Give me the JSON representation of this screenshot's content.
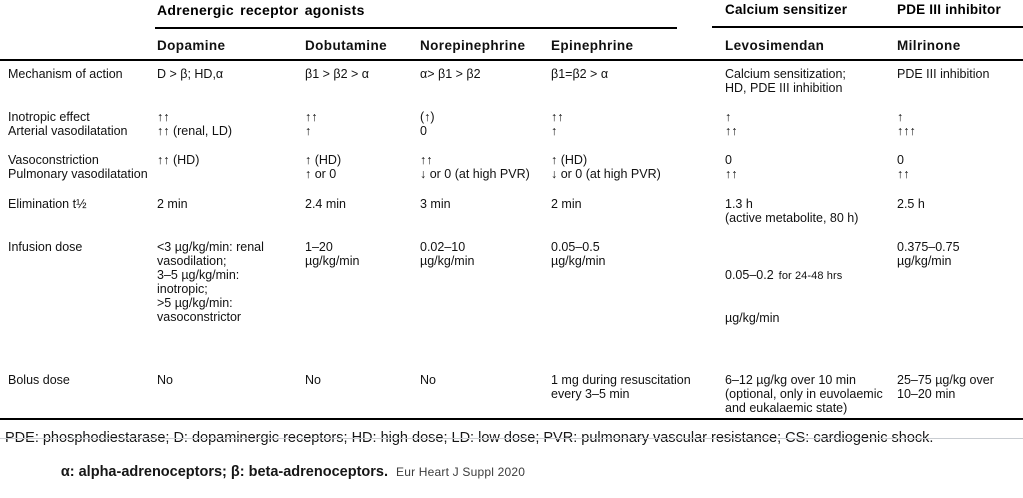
{
  "table": {
    "group_headers": {
      "adrenergic": "Adrenergic receptor agonists",
      "calcium": "Calcium sensitizer",
      "pde": "PDE III inhibitor"
    },
    "columns": {
      "dopamine": "Dopamine",
      "dobutamine": "Dobutamine",
      "norepinephrine": "Norepinephrine",
      "epinephrine": "Epinephrine",
      "levosimendan": "Levosimendan",
      "milrinone": "Milrinone"
    },
    "rows": {
      "mechanism": {
        "label": "Mechanism of action",
        "dopamine": "D > β; HD,α",
        "dobutamine": "β1 > β2 > α",
        "norepinephrine": "α> β1 > β2",
        "epinephrine": "β1=β2 > α",
        "levosimendan": "Calcium sensitization;\nHD, PDE III inhibition",
        "milrinone": "PDE III inhibition"
      },
      "inotropic_arterial": {
        "label": "Inotropic effect\nArterial vasodilatation",
        "dopamine": "↑↑\n↑↑ (renal, LD)",
        "dobutamine": "↑↑\n↑",
        "norepinephrine": "(↑)\n0",
        "epinephrine": "↑↑\n↑",
        "levosimendan": "↑\n↑↑",
        "milrinone": "↑\n↑↑↑"
      },
      "vasoconstriction_pulmonary": {
        "label": "Vasoconstriction\nPulmonary vasodilatation",
        "dopamine": "↑↑ (HD)",
        "dobutamine": "↑ (HD)\n↑ or 0",
        "norepinephrine": "↑↑\n↓ or 0 (at high PVR)",
        "epinephrine": "↑ (HD)\n↓ or 0 (at high PVR)",
        "levosimendan": "0\n↑↑",
        "milrinone": "0\n↑↑"
      },
      "elimination": {
        "label": "Elimination t½",
        "dopamine": "2 min",
        "dobutamine": "2.4 min",
        "norepinephrine": "3 min",
        "epinephrine": "2 min",
        "levosimendan": "1.3 h\n(active metabolite, 80 h)",
        "milrinone": "2.5 h"
      },
      "infusion": {
        "label": "Infusion dose",
        "dopamine": "<3 µg/kg/min: renal\nvasodilation;\n3–5 µg/kg/min:\ninotropic;\n>5 µg/kg/min:\nvasoconstrictor",
        "dobutamine": "1–20\nµg/kg/min",
        "norepinephrine": "0.02–10\nµg/kg/min",
        "epinephrine": "0.05–0.5\nµg/kg/min",
        "levosimendan_dose": "0.05–0.2",
        "levosimendan_note": "for 24-48 hrs",
        "levosimendan_unit": "µg/kg/min",
        "milrinone": "0.375–0.75\nµg/kg/min"
      },
      "bolus": {
        "label": "Bolus dose",
        "dopamine": "No",
        "dobutamine": "No",
        "norepinephrine": "No",
        "epinephrine": "1 mg during resuscitation\nevery 3–5 min",
        "levosimendan": "6–12 µg/kg over 10 min\n(optional, only in euvolaemic\nand eukalaemic state)",
        "milrinone": "25–75 µg/kg over\n10–20 min"
      }
    }
  },
  "footer": {
    "abbreviations": "PDE: phosphodiestarase; D: dopaminergic receptors; HD: high dose; LD: low dose; PVR: pulmonary vascular resistance; CS: cardiogenic shock.",
    "receptors": "α: alpha-adrenoceptors; β: beta-adrenoceptors.",
    "source": "Eur Heart J Suppl 2020"
  }
}
